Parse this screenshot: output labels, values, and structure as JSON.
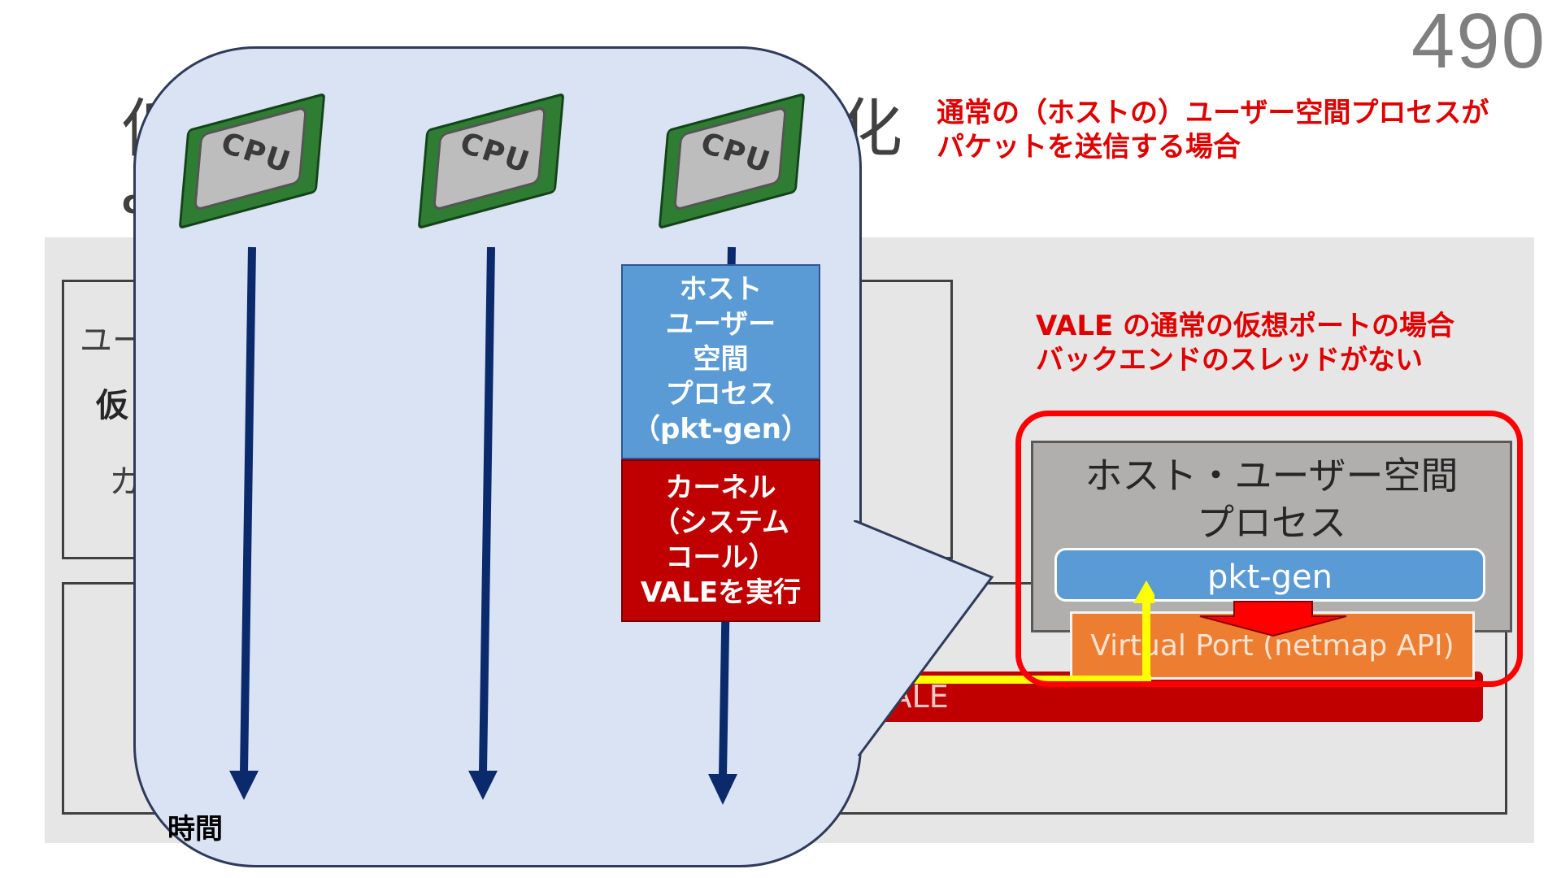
{
  "page_number": "490",
  "title_fragment_left": "仮",
  "title_fragment_right": "化",
  "subtitle_fragment": "c",
  "notes": {
    "top_right_line1": "通常の（ホストの）ユーザー空間プロセスが",
    "top_right_line2": "パケットを送信する場合",
    "vale_line1": "VALE の通常の仮想ポートの場合",
    "vale_line2": "バックエンドのスレッドがない"
  },
  "background": {
    "user_space_fragment": "ユー",
    "virtual_fragment": "仮",
    "kernel_fragment": "カ",
    "vale_label": "VALE"
  },
  "host_process": {
    "title_line1": "ホスト・ユーザー空間",
    "title_line2": "プロセス",
    "pktgen_label": "pkt-gen",
    "virtual_port_label": "Virtual Port (netmap API)"
  },
  "bubble": {
    "cpus": [
      {
        "label": "CPU"
      },
      {
        "label": "CPU"
      },
      {
        "label": "CPU"
      }
    ],
    "task_host": {
      "line1": "ホスト",
      "line2": "ユーザー",
      "line3": "空間",
      "line4": "プロセス",
      "line5": "（pkt-gen）"
    },
    "task_kernel": {
      "line1": "カーネル",
      "line2": "（システム",
      "line3": "コール）",
      "line4": "VALEを実行"
    },
    "time_label": "時間"
  },
  "colors": {
    "accent_red": "#e00000",
    "bubble_fill": "#dae3f3",
    "arrow_navy": "#0b2a6b",
    "pktgen_blue": "#5b9bd5",
    "vport_orange": "#ed7d31",
    "vale_red": "#c00000",
    "flow_yellow": "#ffff00"
  }
}
